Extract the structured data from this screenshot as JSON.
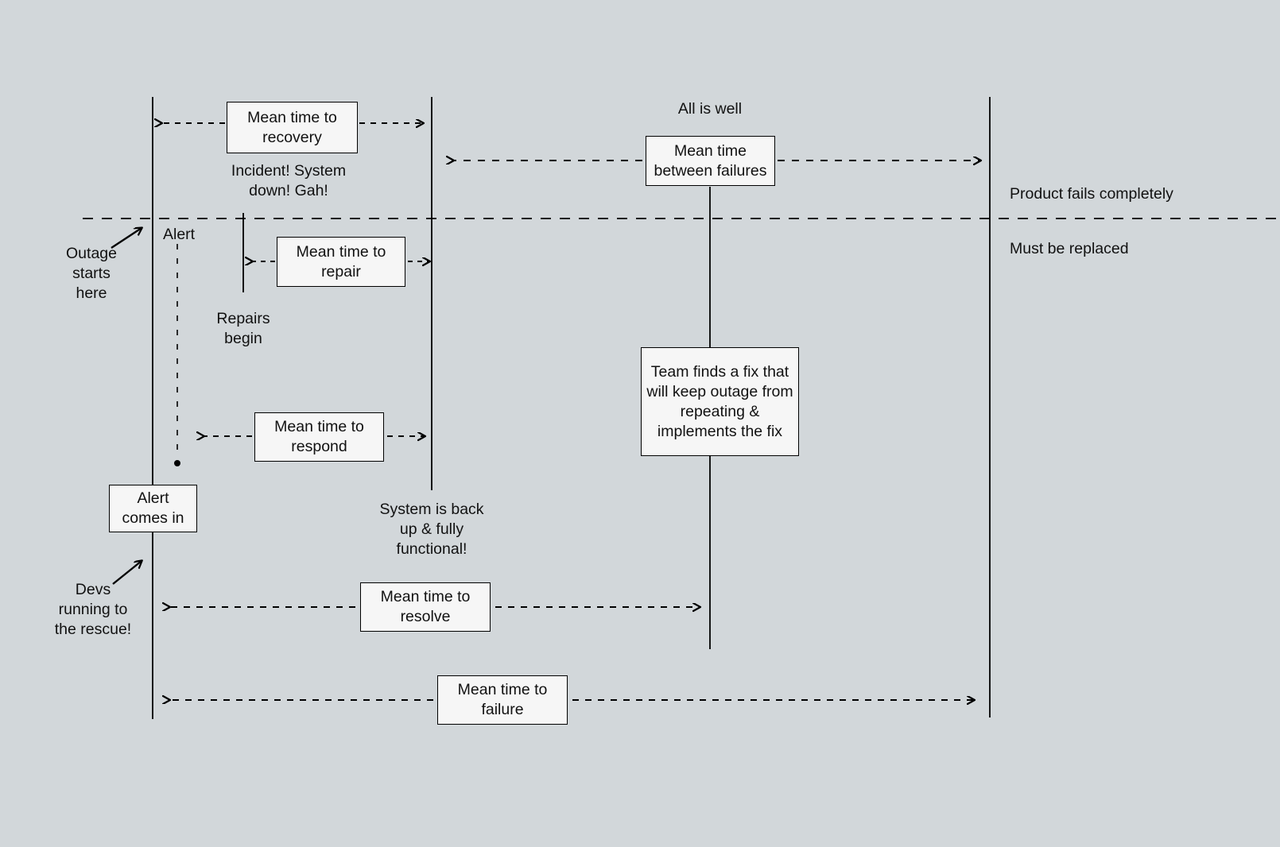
{
  "diagram": {
    "title": "Incident response timeline metrics diagram",
    "background_color": "#d2d7da",
    "box_fill_color": "#f6f6f6",
    "stroke_color": "#000000"
  },
  "boxes": {
    "mean_time_to_recovery": "Mean time to\nrecovery",
    "mean_time_between_failures": "Mean time\nbetween failures",
    "mean_time_to_repair": "Mean time to\nrepair",
    "team_finds_fix": "Team finds a fix that\nwill keep outage from\nrepeating &\nimplements the fix",
    "mean_time_to_respond": "Mean time to\nrespond",
    "alert_comes_in": "Alert\ncomes in",
    "mean_time_to_resolve": "Mean time to\nresolve",
    "mean_time_to_failure": "Mean time to\nfailure"
  },
  "labels": {
    "all_is_well": "All is well",
    "incident_system_down": "Incident! System\ndown! Gah!",
    "product_fails_completely": "Product fails completely",
    "must_be_replaced": "Must be replaced",
    "alert": "Alert",
    "outage_starts_here": "Outage\nstarts\nhere",
    "repairs_begin": "Repairs\nbegin",
    "system_is_back_up": "System is back\nup & fully\nfunctional!",
    "devs_running": "Devs\nrunning to\nthe rescue!"
  },
  "markers": {
    "alert_dot": "alert-timeline-end-dot"
  }
}
